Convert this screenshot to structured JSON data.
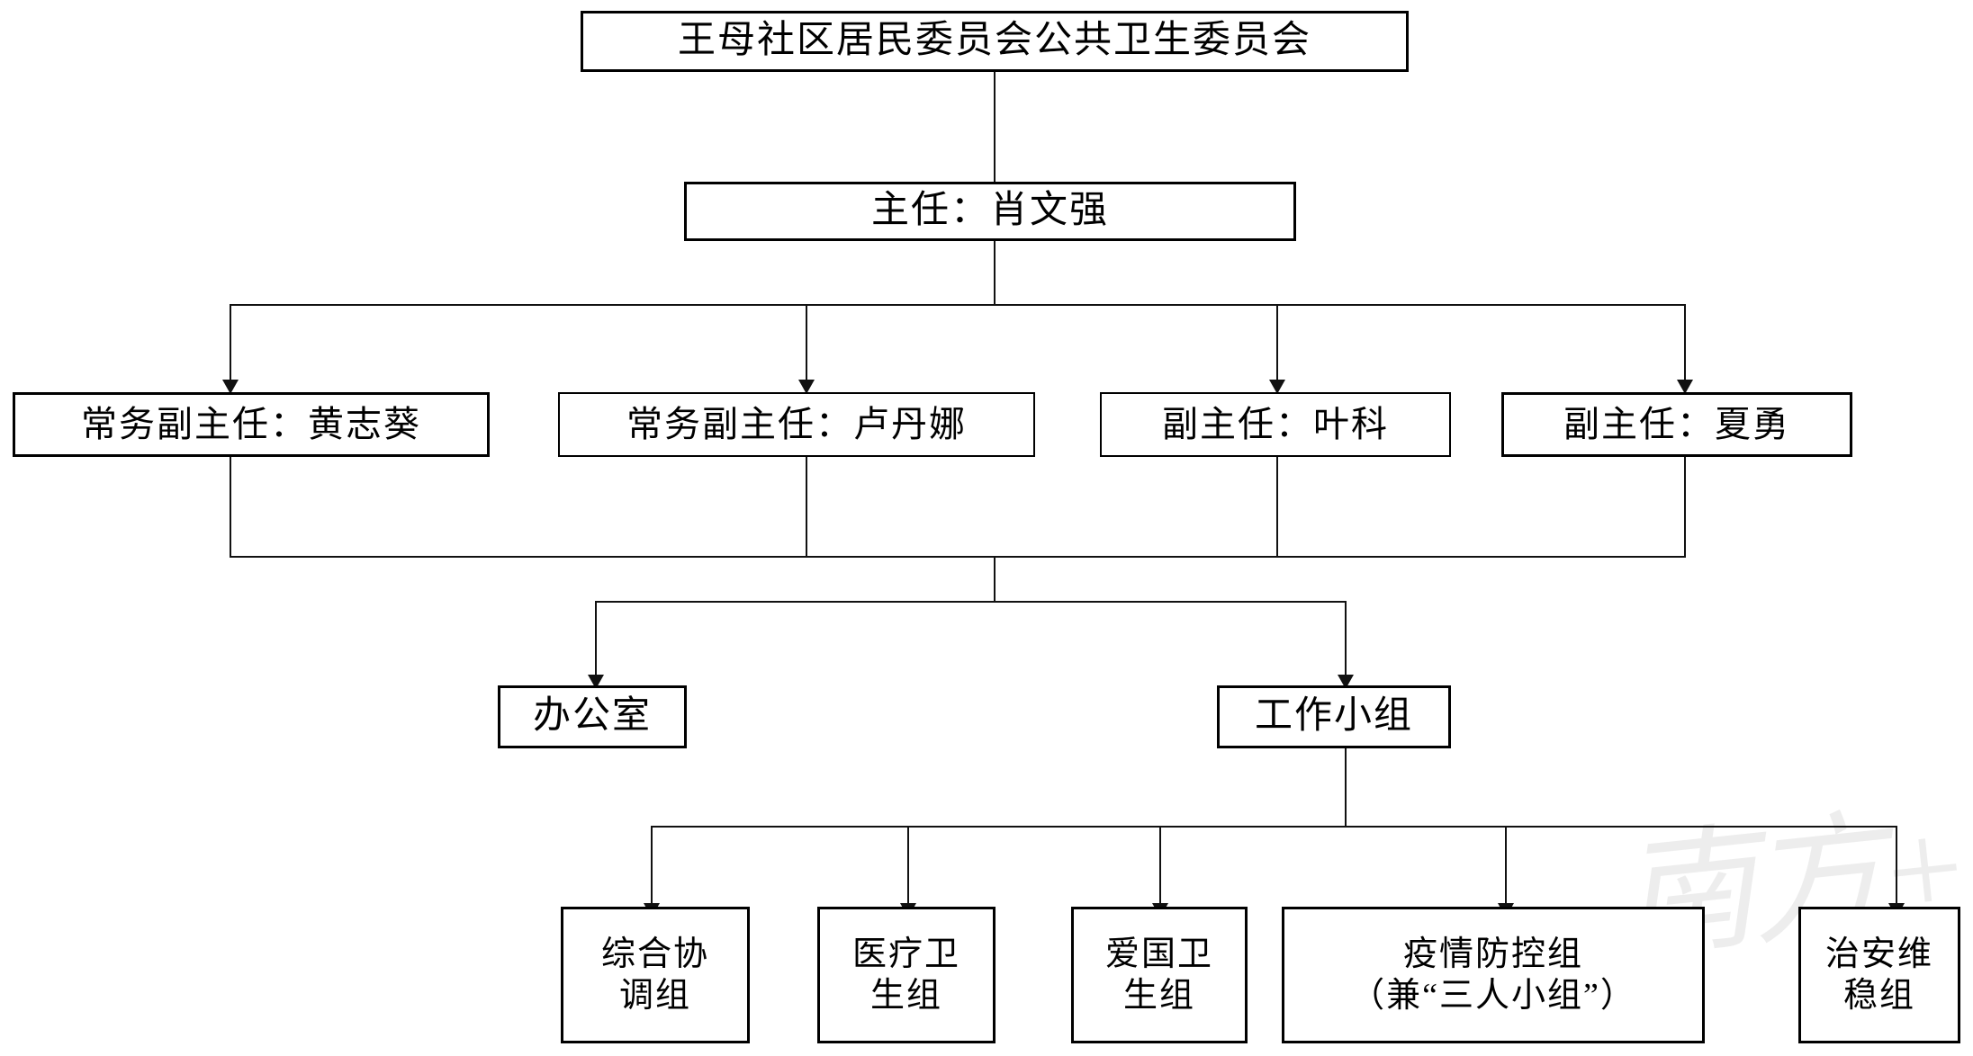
{
  "diagram": {
    "title": "王母社区居民委员会公共卫生委员会组织架构图",
    "type": "org-chart",
    "watermark": "南方+"
  },
  "nodes": {
    "root": {
      "label": "王母社区居民委员会公共卫生委员会"
    },
    "director": {
      "label": "主任：肖文强"
    },
    "deputies": [
      {
        "label": "常务副主任：黄志葵"
      },
      {
        "label": "常务副主任：卢丹娜"
      },
      {
        "label": "副主任：叶科"
      },
      {
        "label": "副主任：夏勇"
      }
    ],
    "mid": [
      {
        "label": "办公室"
      },
      {
        "label": "工作小组"
      }
    ],
    "groups": [
      {
        "label": "综合协\n调组"
      },
      {
        "label": "医疗卫\n生组"
      },
      {
        "label": "爱国卫\n生组"
      },
      {
        "label": "疫情防控组\n（兼“三人小组”）"
      },
      {
        "label": "治安维\n稳组"
      }
    ]
  },
  "colors": {
    "box_border": "#000000",
    "connector": "#111111",
    "background": "#ffffff",
    "watermark": "#7b7b7b"
  }
}
